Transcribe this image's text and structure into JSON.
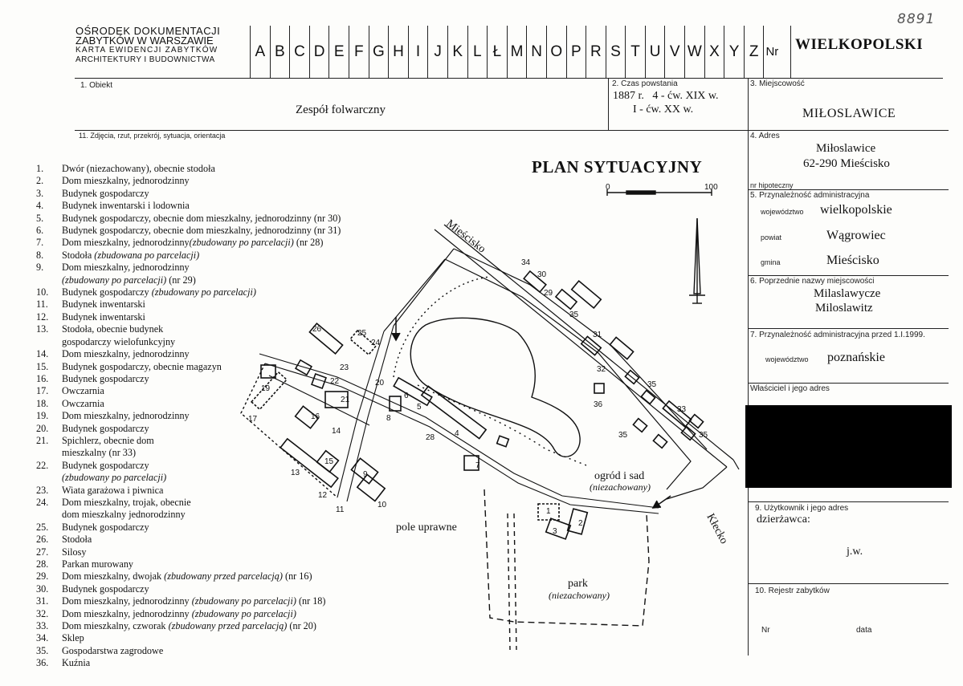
{
  "org": {
    "line1": "OŚRODEK DOKUMENTACJI",
    "line2": "ZABYTKÓW W WARSZAWIE",
    "line3": "KARTA EWIDENCJI ZABYTKÓW",
    "line4": "ARCHITEKTURY I BUDOWNICTWA"
  },
  "letters": [
    "A",
    "B",
    "C",
    "D",
    "E",
    "F",
    "G",
    "H",
    "I",
    "J",
    "K",
    "L",
    "Ł",
    "M",
    "N",
    "O",
    "P",
    "R",
    "S",
    "T",
    "U",
    "V",
    "W",
    "X",
    "Y",
    "Z",
    "Nr"
  ],
  "voivodeship_header": "WIELKOPOLSKI",
  "handwritten_number": "8891",
  "fields": {
    "obiekt": {
      "label": "1. Obiekt",
      "value": "Zespół folwarczny"
    },
    "czas": {
      "label": "2. Czas powstania",
      "line1": "1887 r.   4 - ćw. XIX w.",
      "line2": "I - ćw. XX w."
    },
    "miejscowosc": {
      "label": "3. Miejscowość",
      "value": "MIŁOSLAWICE"
    },
    "zdjecia": {
      "label": "11. Zdjęcia, rzut, przekrój, sytuacja, orientacja"
    },
    "adres": {
      "label": "4. Adres",
      "line1": "Miłoslawice",
      "line2": "62-290 Mieścisko",
      "hipoteczny": "nr hipoteczny"
    },
    "przynaleznosc": {
      "label": "5. Przynależność administracyjna",
      "woj_label": "województwo",
      "woj_value": "wielkopolskie",
      "powiat_label": "powiat",
      "powiat_value": "Wągrowiec",
      "gmina_label": "gmina",
      "gmina_value": "Mieścisko"
    },
    "poprzednie": {
      "label": "6. Poprzednie nazwy miejscowości",
      "line1": "Milaslawycze",
      "line2": "Miloslawitz"
    },
    "przed1999": {
      "label": "7. Przynależność administracyjna przed 1.I.1999.",
      "woj_label": "województwo",
      "woj_value": "poznańskie"
    },
    "wlasciciel": {
      "label": "Właściciel i jego adres"
    },
    "uzytkownik": {
      "label": "9. Użytkownik i jego adres",
      "line1": "dzierżawca:",
      "line2": "j.w."
    },
    "rejestr": {
      "label": "10. Rejestr zabytków",
      "nr": "Nr",
      "data": "data"
    }
  },
  "plan": {
    "title": "PLAN SYTUACYJNY",
    "scale_start": "0",
    "scale_end": "100",
    "road_miescisko": "Mieścisko",
    "road_klecko": "Kłecko",
    "garden": "ogród i sad",
    "garden_note": "(niezachowany)",
    "park": "park",
    "park_note": "(niezachowany)",
    "field": "pole uprawne"
  },
  "legend": [
    {
      "n": "1.",
      "t": "Dwór (niezachowany), obecnie stodoła"
    },
    {
      "n": "2.",
      "t": "Dom mieszkalny, jednorodzinny"
    },
    {
      "n": "3.",
      "t": "Budynek gospodarczy"
    },
    {
      "n": "4.",
      "t": "Budynek inwentarski i lodownia"
    },
    {
      "n": "5.",
      "t": "Budynek gospodarczy, obecnie dom mieszkalny, jednorodzinny (nr 30)"
    },
    {
      "n": "6.",
      "t": "Budynek gospodarczy, obecnie dom mieszkalny, jednorodzinny (nr 31)"
    },
    {
      "n": "7.",
      "t": "Dom mieszkalny, jednorodzinny",
      "i": "(zbudowany po parcelacji)",
      "s": " (nr 28)"
    },
    {
      "n": "8.",
      "t": "Stodoła ",
      "i": "(zbudowana po parcelacji)"
    },
    {
      "n": "9.",
      "t": "Dom mieszkalny, jednorodzinny"
    },
    {
      "n": "",
      "i": "(zbudowany po parcelacji)",
      "s": " (nr 29)"
    },
    {
      "n": "10.",
      "t": "Budynek gospodarczy ",
      "i": "(zbudowany po parcelacji)"
    },
    {
      "n": "11.",
      "t": "Budynek inwentarski"
    },
    {
      "n": "12.",
      "t": "Budynek inwentarski"
    },
    {
      "n": "13.",
      "t": "Stodoła, obecnie budynek"
    },
    {
      "n": "",
      "t": "gospodarczy wielofunkcyjny"
    },
    {
      "n": "14.",
      "t": "Dom mieszkalny, jednorodzinny"
    },
    {
      "n": "15.",
      "t": "Budynek gospodarczy, obecnie magazyn"
    },
    {
      "n": "16.",
      "t": "Budynek gospodarczy"
    },
    {
      "n": "17.",
      "t": "Owczarnia"
    },
    {
      "n": "18.",
      "t": "Owczarnia"
    },
    {
      "n": "19.",
      "t": "Dom mieszkalny, jednorodzinny"
    },
    {
      "n": "20.",
      "t": "Budynek gospodarczy"
    },
    {
      "n": "21.",
      "t": "Spichlerz, obecnie dom"
    },
    {
      "n": "",
      "t": "mieszkalny (nr 33)"
    },
    {
      "n": "22.",
      "t": "Budynek gospodarczy"
    },
    {
      "n": "",
      "i": "(zbudowany po parcelacji)"
    },
    {
      "n": "23.",
      "t": "Wiata garażowa i piwnica"
    },
    {
      "n": "24.",
      "t": "Dom mieszkalny, trojak, obecnie"
    },
    {
      "n": "",
      "t": "dom mieszkalny jednorodzinny"
    },
    {
      "n": "25.",
      "t": "Budynek gospodarczy"
    },
    {
      "n": "26.",
      "t": "Stodoła"
    },
    {
      "n": "27.",
      "t": "Silosy"
    },
    {
      "n": "28.",
      "t": "Parkan murowany"
    },
    {
      "n": "29.",
      "t": "Dom mieszkalny, dwojak ",
      "i": "(zbudowany przed parcelacją)",
      "s": " (nr 16)"
    },
    {
      "n": "30.",
      "t": "Budynek gospodarczy"
    },
    {
      "n": "31.",
      "t": "Dom mieszkalny, jednorodzinny ",
      "i": "(zbudowany po parcelacji)",
      "s": " (nr 18)"
    },
    {
      "n": "32.",
      "t": "Dom mieszkalny, jednorodzinny ",
      "i": "(zbudowany po parcelacji)"
    },
    {
      "n": "33.",
      "t": "Dom mieszkalny, czworak ",
      "i": "(zbudowany przed parcelacją)",
      "s": " (nr 20)"
    },
    {
      "n": "34.",
      "t": "Sklep"
    },
    {
      "n": "35.",
      "t": "Gospodarstwa zagrodowe"
    },
    {
      "n": "36.",
      "t": "Kuźnia"
    }
  ],
  "map_labels": [
    "1",
    "2",
    "3",
    "4",
    "5",
    "6",
    "7",
    "8",
    "9",
    "10",
    "11",
    "12",
    "13",
    "14",
    "15",
    "16",
    "17",
    "19",
    "20",
    "21",
    "22",
    "23",
    "24",
    "25",
    "26",
    "28",
    "29",
    "30",
    "31",
    "32",
    "33",
    "34",
    "35",
    "36"
  ]
}
